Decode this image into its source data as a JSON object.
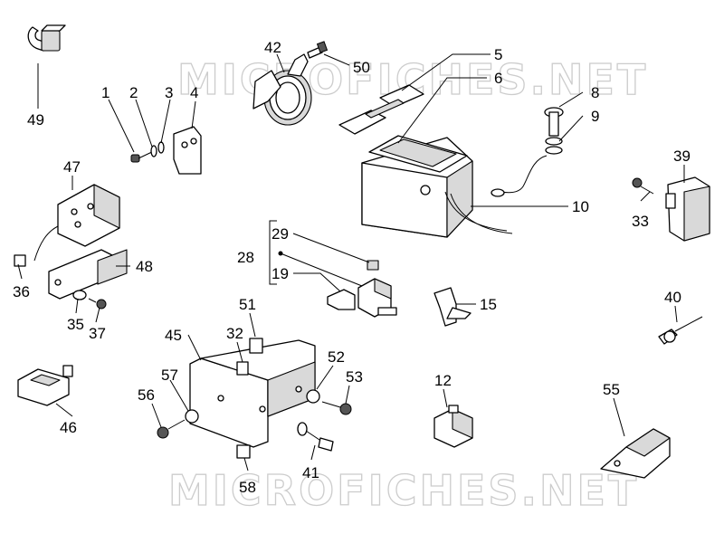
{
  "watermark": {
    "text": "MICROFICHES.NET"
  },
  "callouts": {
    "c1": "1",
    "c2": "2",
    "c3": "3",
    "c4": "4",
    "c5": "5",
    "c6": "6",
    "c8": "8",
    "c9": "9",
    "c10": "10",
    "c12": "12",
    "c15": "15",
    "c19": "19",
    "c28": "28",
    "c29": "29",
    "c32": "32",
    "c33": "33",
    "c35": "35",
    "c36": "36",
    "c37": "37",
    "c39": "39",
    "c40": "40",
    "c41": "41",
    "c42": "42",
    "c45": "45",
    "c46": "46",
    "c47": "47",
    "c48": "48",
    "c49": "49",
    "c50": "50",
    "c51": "51",
    "c52": "52",
    "c53": "53",
    "c55": "55",
    "c56": "56",
    "c57": "57",
    "c58": "58"
  }
}
